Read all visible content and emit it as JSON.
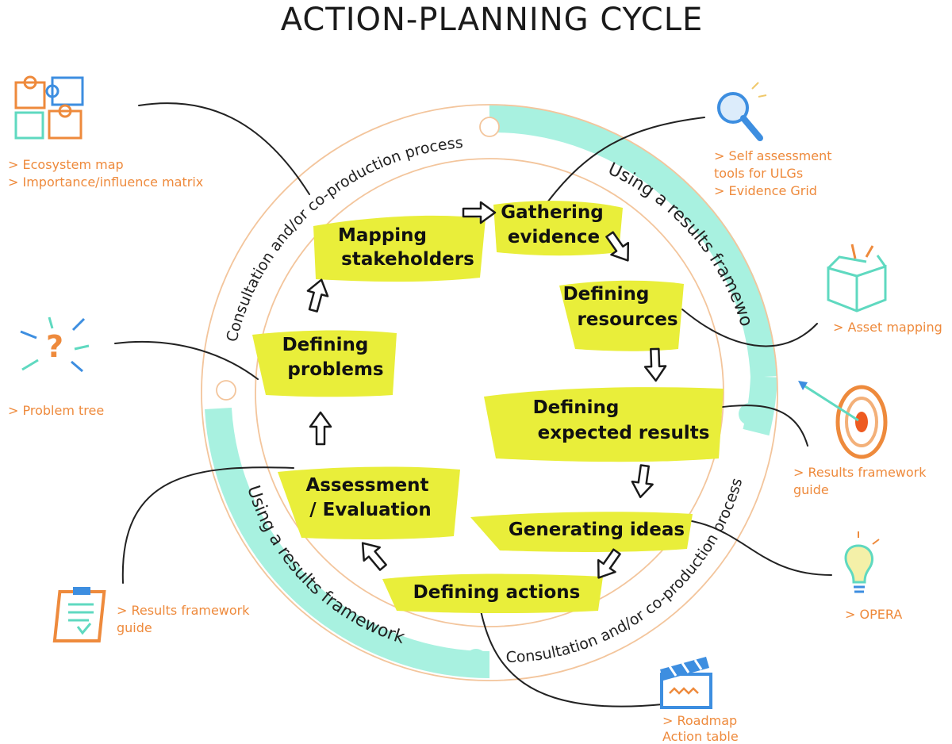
{
  "title": "ACTION-PLANNING CYCLE",
  "colors": {
    "highlight": "#e9ee3a",
    "cyan_ring": "#a8f1e0",
    "orange": "#ee8a3c",
    "blue": "#3d8ee0",
    "ink": "#1a1a1a"
  },
  "ring_labels": {
    "consultation_top": "Consultation and/or co-production process",
    "consultation_bottom": "Consultation and/or co-production process",
    "results_right": "Using a results framework",
    "results_left": "Using a results framework"
  },
  "steps": {
    "mapping": [
      "Mapping",
      "stakeholders"
    ],
    "gathering": [
      "Gathering",
      "evidence"
    ],
    "resources": [
      "Defining",
      "resources"
    ],
    "expected": [
      "Defining",
      "expected results"
    ],
    "ideas": [
      "Generating ideas"
    ],
    "actions": [
      "Defining actions"
    ],
    "assessment": [
      "Assessment",
      "/ Evaluation"
    ],
    "problems": [
      "Defining",
      "problems"
    ]
  },
  "tools": {
    "ecosystem": [
      "> Ecosystem map",
      "> Importance/influence matrix"
    ],
    "self_assessment": [
      "> Self assessment",
      "tools for ULGs",
      "> Evidence Grid"
    ],
    "asset": [
      "> Asset mapping"
    ],
    "problem_tree": [
      "> Problem tree"
    ],
    "results_right": [
      "> Results framework",
      "guide"
    ],
    "results_left": [
      "> Results framework",
      "guide"
    ],
    "opera": [
      "> OPERA"
    ],
    "roadmap": [
      "> Roadmap",
      "Action table"
    ]
  },
  "icons": [
    "puzzle-icon",
    "magnifier-icon",
    "box-icon",
    "question-icon",
    "target-icon",
    "clipboard-icon",
    "lightbulb-icon",
    "clapperboard-icon"
  ]
}
